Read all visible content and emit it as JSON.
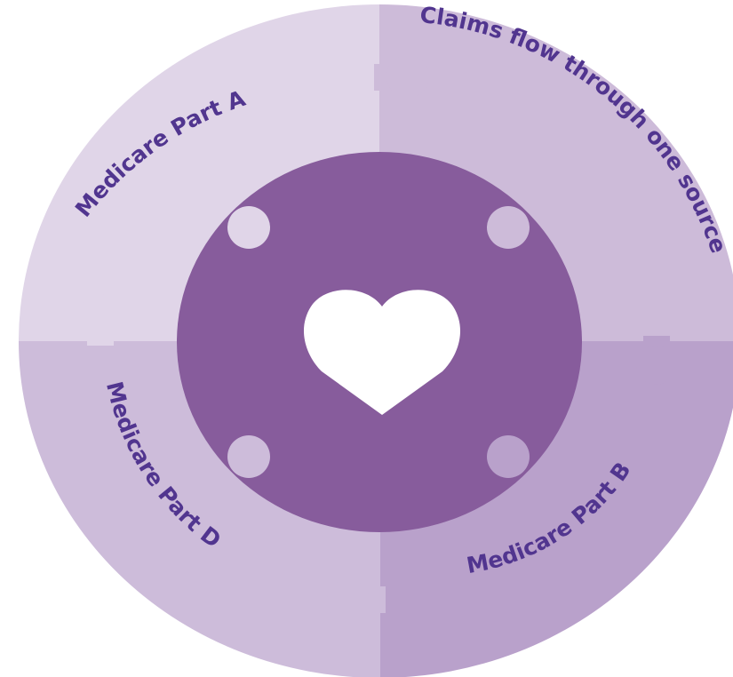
{
  "labels": {
    "top_left": "Medicare Part A",
    "top_right": "Claims flow through one source",
    "bottom_right": "Medicare Part B",
    "bottom_left": "Medicare Part D"
  },
  "center_icon": "heart-icon",
  "colors": {
    "top_left": "#e0d5e8",
    "top_right": "#cdbbd9",
    "bottom_right": "#b9a1cb",
    "bottom_left": "#cdbcda",
    "center": "#875c9c",
    "heart": "#ffffff",
    "text": "#51358f"
  }
}
